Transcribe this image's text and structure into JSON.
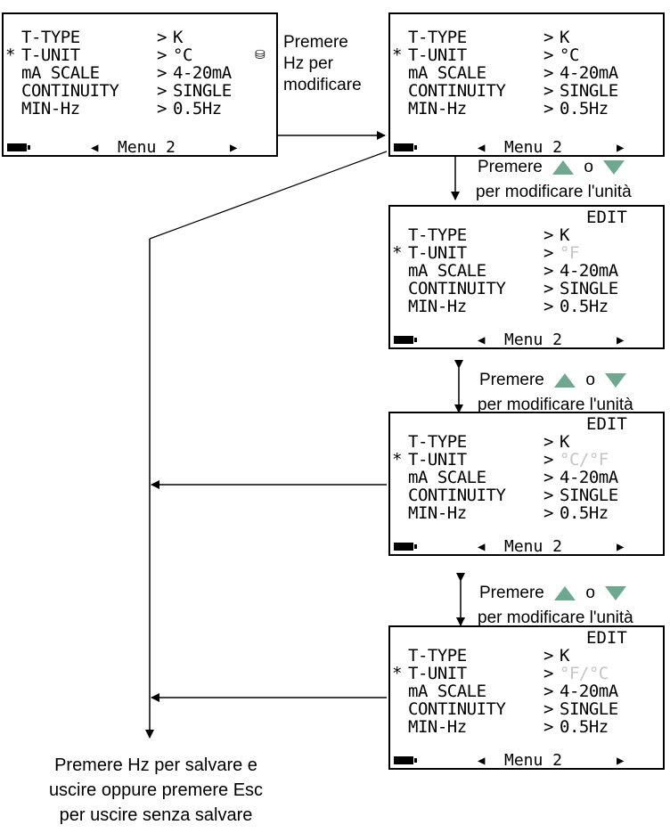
{
  "screens": [
    {
      "edit": "",
      "rows": [
        {
          "star": "",
          "label": "T-TYPE",
          "value": "K",
          "dim": false
        },
        {
          "star": "*",
          "label": "T-UNIT",
          "value": "°C",
          "dim": false,
          "lock": "⛁"
        },
        {
          "star": "",
          "label": "mA SCALE",
          "value": "4-20mA",
          "dim": false
        },
        {
          "star": "",
          "label": "CONTINUITY",
          "value": "SINGLE",
          "dim": false
        },
        {
          "star": "",
          "label": "MIN-Hz",
          "value": "0.5Hz",
          "dim": false
        }
      ],
      "footer": "Menu 2"
    },
    {
      "edit": "",
      "rows": [
        {
          "star": "",
          "label": "T-TYPE",
          "value": "K",
          "dim": false
        },
        {
          "star": "*",
          "label": "T-UNIT",
          "value": "°C",
          "dim": false
        },
        {
          "star": "",
          "label": "mA SCALE",
          "value": "4-20mA",
          "dim": false
        },
        {
          "star": "",
          "label": "CONTINUITY",
          "value": "SINGLE",
          "dim": false
        },
        {
          "star": "",
          "label": "MIN-Hz",
          "value": "0.5Hz",
          "dim": false
        }
      ],
      "footer": "Menu 2"
    },
    {
      "edit": "EDIT",
      "rows": [
        {
          "star": "",
          "label": "T-TYPE",
          "value": "K",
          "dim": false
        },
        {
          "star": "*",
          "label": "T-UNIT",
          "value": "°F",
          "dim": true
        },
        {
          "star": "",
          "label": "mA SCALE",
          "value": "4-20mA",
          "dim": false
        },
        {
          "star": "",
          "label": "CONTINUITY",
          "value": "SINGLE",
          "dim": false
        },
        {
          "star": "",
          "label": "MIN-Hz",
          "value": "0.5Hz",
          "dim": false
        }
      ],
      "footer": "Menu 2"
    },
    {
      "edit": "EDIT",
      "rows": [
        {
          "star": "",
          "label": "T-TYPE",
          "value": "K",
          "dim": false
        },
        {
          "star": "*",
          "label": "T-UNIT",
          "value": "°C/°F",
          "dim": true
        },
        {
          "star": "",
          "label": "mA SCALE",
          "value": "4-20mA",
          "dim": false
        },
        {
          "star": "",
          "label": "CONTINUITY",
          "value": "SINGLE",
          "dim": false
        },
        {
          "star": "",
          "label": "MIN-Hz",
          "value": "0.5Hz",
          "dim": false
        }
      ],
      "footer": "Menu 2"
    },
    {
      "edit": "EDIT",
      "rows": [
        {
          "star": "",
          "label": "T-TYPE",
          "value": "K",
          "dim": false
        },
        {
          "star": "*",
          "label": "T-UNIT",
          "value": "°F/°C",
          "dim": true
        },
        {
          "star": "",
          "label": "mA SCALE",
          "value": "4-20mA",
          "dim": false
        },
        {
          "star": "",
          "label": "CONTINUITY",
          "value": "SINGLE",
          "dim": false
        },
        {
          "star": "",
          "label": "MIN-Hz",
          "value": "0.5Hz",
          "dim": false
        }
      ],
      "footer": "Menu 2"
    }
  ],
  "labels": {
    "hz_modify": "Premere\nHz per\nmodificare",
    "premere": "Premere",
    "o": "o",
    "per_unit": "per modificare l'unità",
    "save_exit": "Premere Hz per salvare e\nuscire oppure premere Esc\nper uscire senza salvare"
  },
  "colors": {
    "arrow_key": "#6ea98f",
    "dim_text": "#c4c4c4"
  },
  "icons": {
    "up": "up-arrow-key-icon",
    "down": "down-arrow-key-icon",
    "battery": "battery-icon"
  }
}
